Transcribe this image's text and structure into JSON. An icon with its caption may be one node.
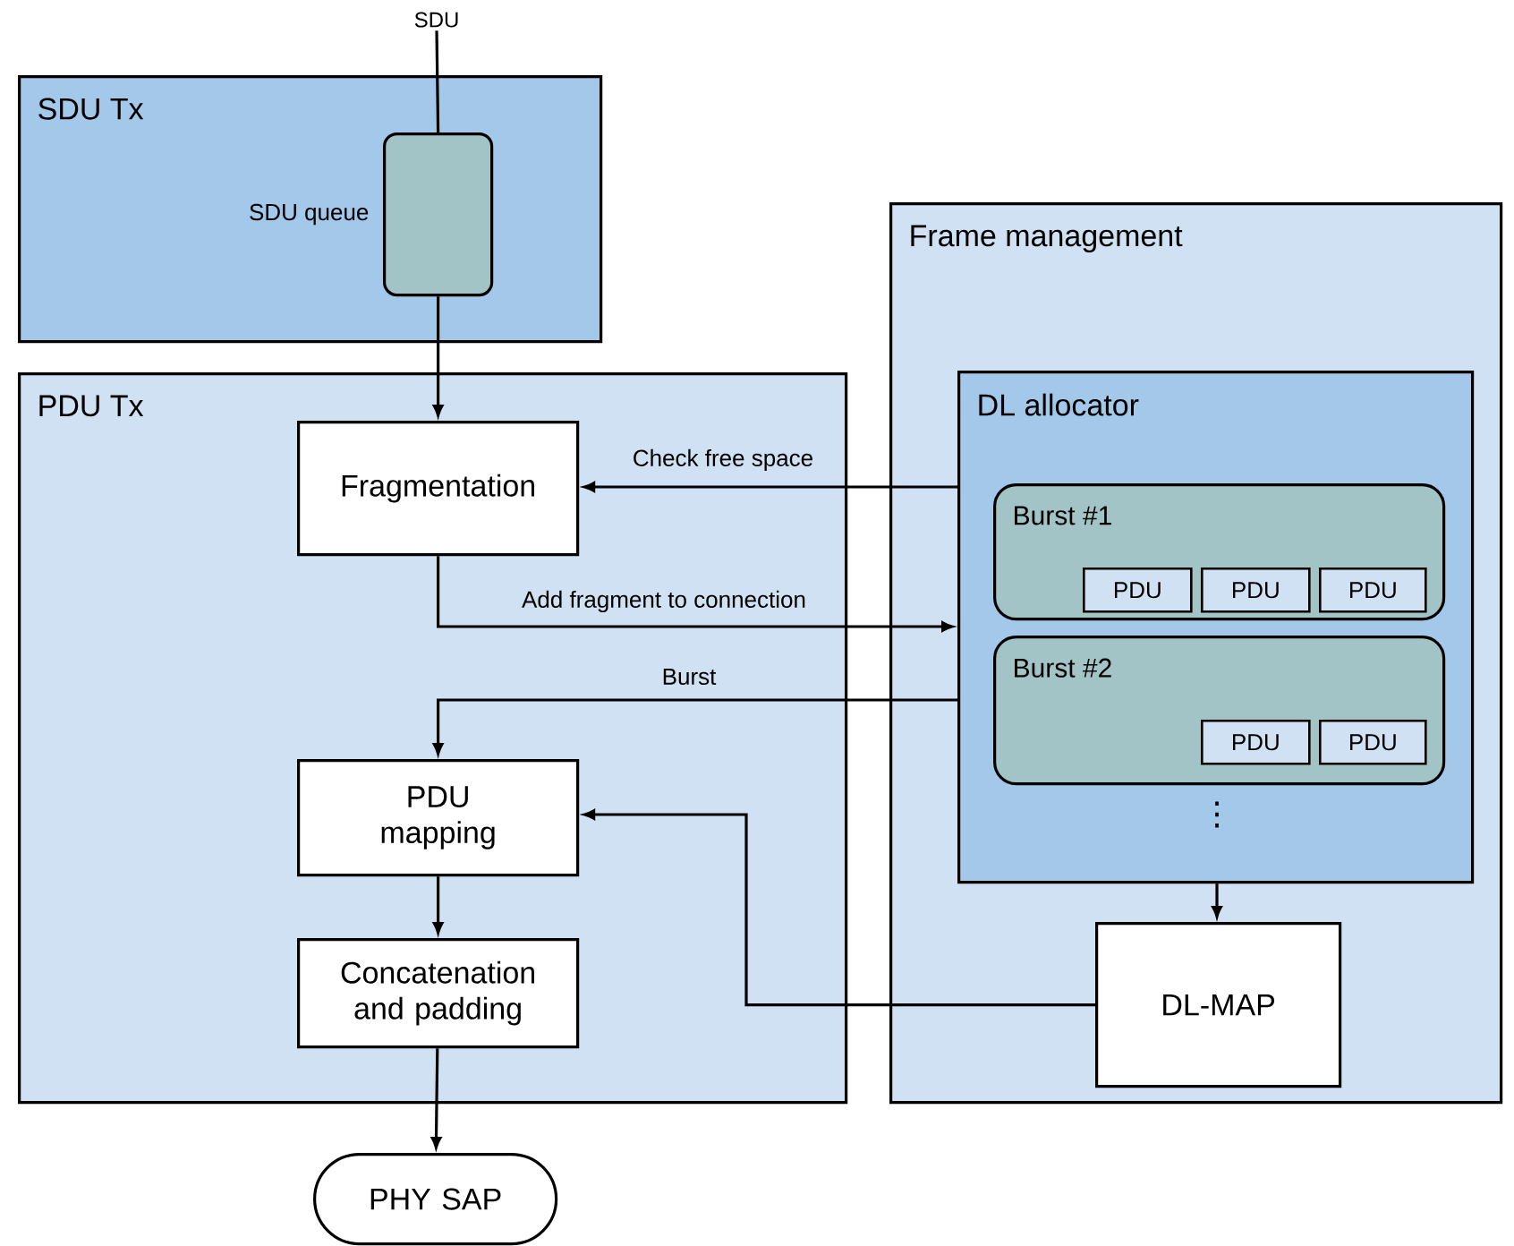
{
  "diagram": {
    "nodes": [
      {
        "text": [
          "SDU"
        ]
      },
      {
        "text": [
          "SDU Tx"
        ]
      },
      {
        "text": [],
        "shape": "box",
        "beside": [
          "SDU queue"
        ],
        "in": 1
      },
      {
        "text": [
          "Frame management"
        ]
      },
      {
        "text": [
          "PDU Tx"
        ]
      },
      {
        "text": [
          "DL allocator"
        ],
        "in": 3
      },
      {
        "text": [
          "Fragmentation"
        ],
        "in": 4
      },
      {
        "text": [
          "Burst #1"
        ],
        "in": 5
      },
      {
        "text": [
          "PDU"
        ],
        "in": 7
      },
      {
        "text": [
          "PDU"
        ],
        "in": 7
      },
      {
        "text": [
          "PDU"
        ],
        "in": 7
      },
      {
        "text": [
          "Burst #2"
        ],
        "in": 5
      },
      {
        "text": [
          "PDU"
        ],
        "in": 11
      },
      {
        "text": [
          "PDU"
        ],
        "in": 11
      },
      {
        "text": [
          "PDU mapping"
        ],
        "in": 4
      },
      {
        "text": [
          "Concatenation and padding"
        ],
        "in": 4
      },
      {
        "text": [
          "DL-MAP"
        ],
        "in": 3
      },
      {
        "text": [
          "PHY SAP"
        ]
      }
    ],
    "edges": [
      {
        "from": 0,
        "to": 2,
        "arrow": "none"
      },
      {
        "from": 2,
        "to": 6,
        "arrow": "to"
      },
      {
        "from": 5,
        "to": 6,
        "arrow": "to",
        "label": "Check free space"
      },
      {
        "from": 6,
        "to": 5,
        "arrow": "to",
        "label": "Add fragment to connection"
      },
      {
        "from": 5,
        "to": 14,
        "arrow": "to",
        "label": "Burst"
      },
      {
        "from": 5,
        "to": 16,
        "arrow": "to"
      },
      {
        "from": 16,
        "to": 14,
        "arrow": "to"
      },
      {
        "from": 14,
        "to": 15,
        "arrow": "to"
      },
      {
        "from": 15,
        "to": 17,
        "arrow": "to"
      }
    ],
    "labels": [
      "⋮"
    ]
  }
}
